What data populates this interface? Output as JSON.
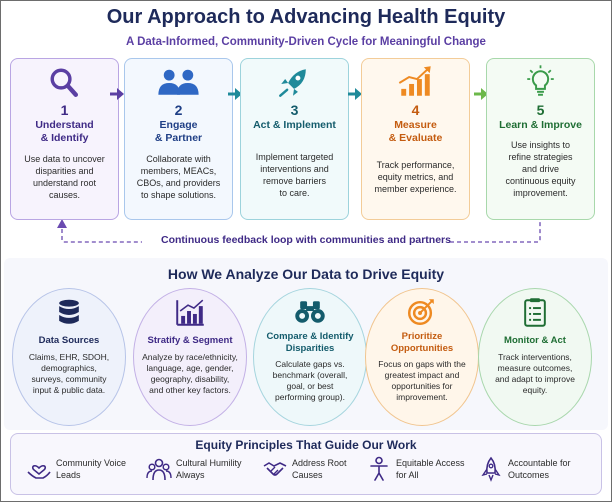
{
  "header": {
    "title": "Our Approach to Advancing Health Equity",
    "subtitle": "A Data-Informed, Community-Driven Cycle for Meaningful Change"
  },
  "cycle": {
    "steps": [
      {
        "number": "1",
        "name_line1": "Understand",
        "name_line2": "& Identify",
        "icon": "magnifier-icon",
        "desc": [
          "Use data to uncover",
          "disparities and",
          "understand root",
          "causes."
        ]
      },
      {
        "number": "2",
        "name_line1": "Engage",
        "name_line2": "& Partner",
        "icon": "people-icon",
        "desc": [
          "Collaborate with",
          "members, MEACs,",
          "CBOs, and providers",
          "to shape solutions."
        ]
      },
      {
        "number": "3",
        "name_line1": "Act & Implement",
        "name_line2": "",
        "icon": "rocket-icon",
        "desc": [
          "Implement targeted",
          "interventions and",
          "remove barriers",
          "to care."
        ]
      },
      {
        "number": "4",
        "name_line1": "Measure",
        "name_line2": "& Evaluate",
        "icon": "growth-chart-icon",
        "desc": [
          "Track performance,",
          "equity metrics, and",
          "member experience."
        ]
      },
      {
        "number": "5",
        "name_line1": "Learn & Improve",
        "name_line2": "",
        "icon": "lightbulb-icon",
        "desc": [
          "Use insights to",
          "refine strategies",
          "and drive",
          "continuous equity",
          "improvement."
        ]
      }
    ],
    "feedback_loop": "Continuous feedback loop with communities and partners"
  },
  "analysis": {
    "title": "How We Analyze Our Data to Drive Equity",
    "items": [
      {
        "name_line1": "Data Sources",
        "name_line2": "",
        "icon": "database-icon",
        "desc": [
          "Claims, EHR, SDOH,",
          "demographics,",
          "surveys, community",
          "input & public data."
        ]
      },
      {
        "name_line1": "Stratify & Segment",
        "name_line2": "",
        "icon": "bar-chart-icon",
        "desc": [
          "Analyze by race/ethnicity,",
          "language, age, gender,",
          "geography, disability,",
          "and other key factors."
        ]
      },
      {
        "name_line1": "Compare & Identify",
        "name_line2": "Disparities",
        "icon": "binoculars-icon",
        "desc": [
          "Calculate gaps vs.",
          "benchmark (overall,",
          "goal, or best",
          "performing group)."
        ]
      },
      {
        "name_line1": "Prioritize",
        "name_line2": "Opportunities",
        "icon": "target-icon",
        "desc": [
          "Focus on gaps with the",
          "greatest impact and",
          "opportunities for",
          "improvement."
        ]
      },
      {
        "name_line1": "Monitor & Act",
        "name_line2": "",
        "icon": "clipboard-icon",
        "desc": [
          "Track interventions,",
          "measure outcomes,",
          "and adapt to improve",
          "equity."
        ]
      }
    ]
  },
  "principles": {
    "title": "Equity Principles That Guide Our Work",
    "items": [
      {
        "line1": "Community Voice",
        "line2": "Leads",
        "icon": "heart-hands-icon"
      },
      {
        "line1": "Cultural Humility",
        "line2": "Always",
        "icon": "group-icon"
      },
      {
        "line1": "Address Root",
        "line2": "Causes",
        "icon": "handshake-icon"
      },
      {
        "line1": "Equitable Access",
        "line2": "for All",
        "icon": "person-access-icon"
      },
      {
        "line1": "Accountable for",
        "line2": "Outcomes",
        "icon": "rocket-outline-icon"
      }
    ]
  },
  "colors": {
    "title": "#1e2a5a",
    "subtitle": "#5b3fa3",
    "step1": "#5b3fa3",
    "step2": "#2f68c4",
    "step3": "#1f8a9a",
    "step4": "#ee8a22",
    "step5": "#3a9b4a",
    "arrow_purple": "#5b3fa3",
    "arrow_teal": "#1f8a9a",
    "arrow_green": "#6cb84a"
  }
}
